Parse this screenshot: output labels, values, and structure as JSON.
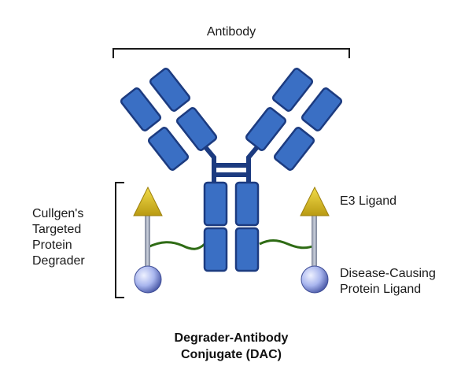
{
  "labels": {
    "antibody": "Antibody",
    "cullgen_lines": [
      "Cullgen's",
      "Targeted",
      "Protein",
      "Degrader"
    ],
    "e3_ligand": "E3 Ligand",
    "disease_lines": [
      "Disease-Causing",
      "Protein Ligand"
    ]
  },
  "title_lines": [
    "Degrader-Antibody",
    "Conjugate (DAC)"
  ],
  "colors": {
    "domain_fill": "#3a6fc4",
    "domain_stroke": "#1c3b80",
    "linker": "#2e6b14",
    "ligand_triangle": "#e3c51d",
    "ball": "#a9b6ee",
    "stick": "#9aa3b6",
    "bracket": "#1a1a1a"
  }
}
